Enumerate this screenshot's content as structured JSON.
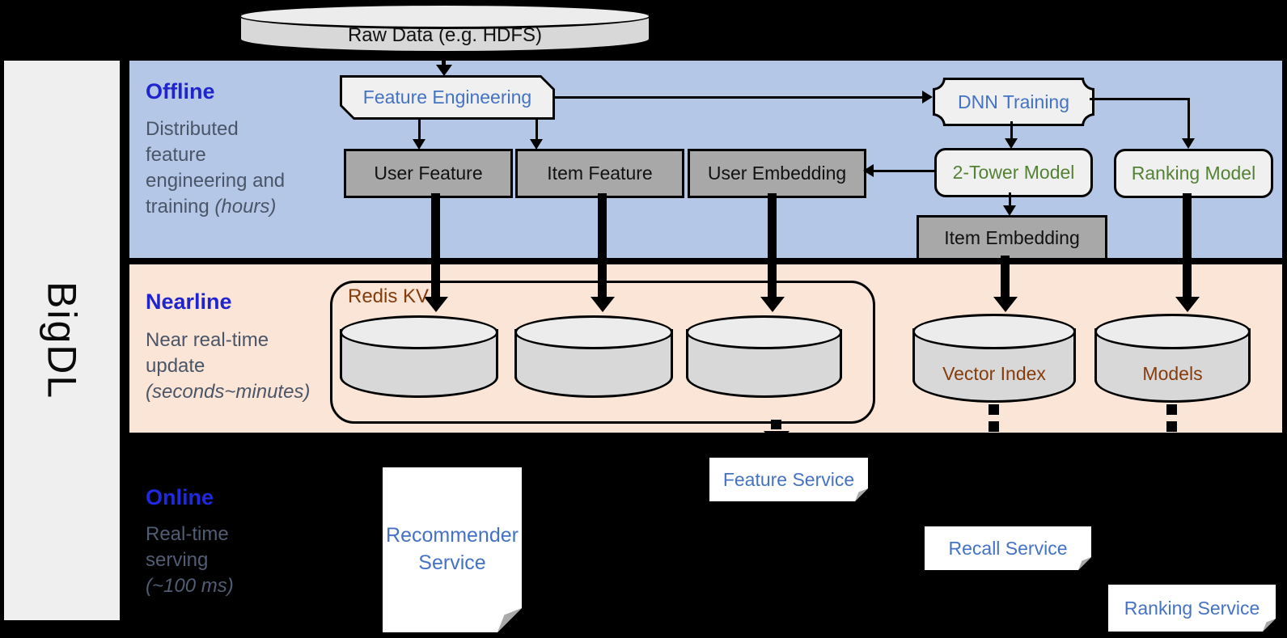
{
  "sidebar": {
    "brand": "BigDL"
  },
  "pipeline": {
    "raw_data": "Raw Data (e.g. HDFS)"
  },
  "sections": {
    "offline": {
      "title": "Offline",
      "lines": [
        "Distributed",
        "feature",
        "engineering and"
      ],
      "last_line": "training ",
      "italic": "(hours)"
    },
    "nearline": {
      "title": "Nearline",
      "lines": [
        "Near real-time",
        "update"
      ],
      "last_line": "",
      "italic": "(seconds~minutes)"
    },
    "online": {
      "title": "Online",
      "lines": [
        "Real-time",
        "serving"
      ],
      "last_line": "",
      "italic": "(~100 ms)"
    }
  },
  "nodes": {
    "feature_engineering": "Feature Engineering",
    "dnn_training": "DNN Training",
    "user_feature": "User Feature",
    "item_feature": "Item Feature",
    "user_embedding": "User Embedding",
    "two_tower_model": "2-Tower Model",
    "ranking_model": "Ranking Model",
    "item_embedding": "Item Embedding",
    "redis_kv": "Redis KV",
    "vector_index": "Vector Index",
    "models": "Models",
    "recommender_service_line1": "Recommender",
    "recommender_service_line2": "Service",
    "feature_service": "Feature Service",
    "recall_service": "Recall Service",
    "ranking_service": "Ranking Service"
  },
  "colors": {
    "offline_bg": "#b4c7e7",
    "nearline_bg": "#fbe5d6",
    "online_bg": "#000000",
    "sidebar_bg": "#efefef",
    "section_title_blue": "#1f24cd",
    "desc_gray": "#4a5568",
    "node_text_blue": "#4472c4",
    "node_text_green": "#548235",
    "node_text_brown": "#843c0c",
    "gray_node_fill": "#a8a8a8",
    "light_node_fill": "#f0f0f0",
    "cylinder_fill": "#d8d8d8"
  }
}
